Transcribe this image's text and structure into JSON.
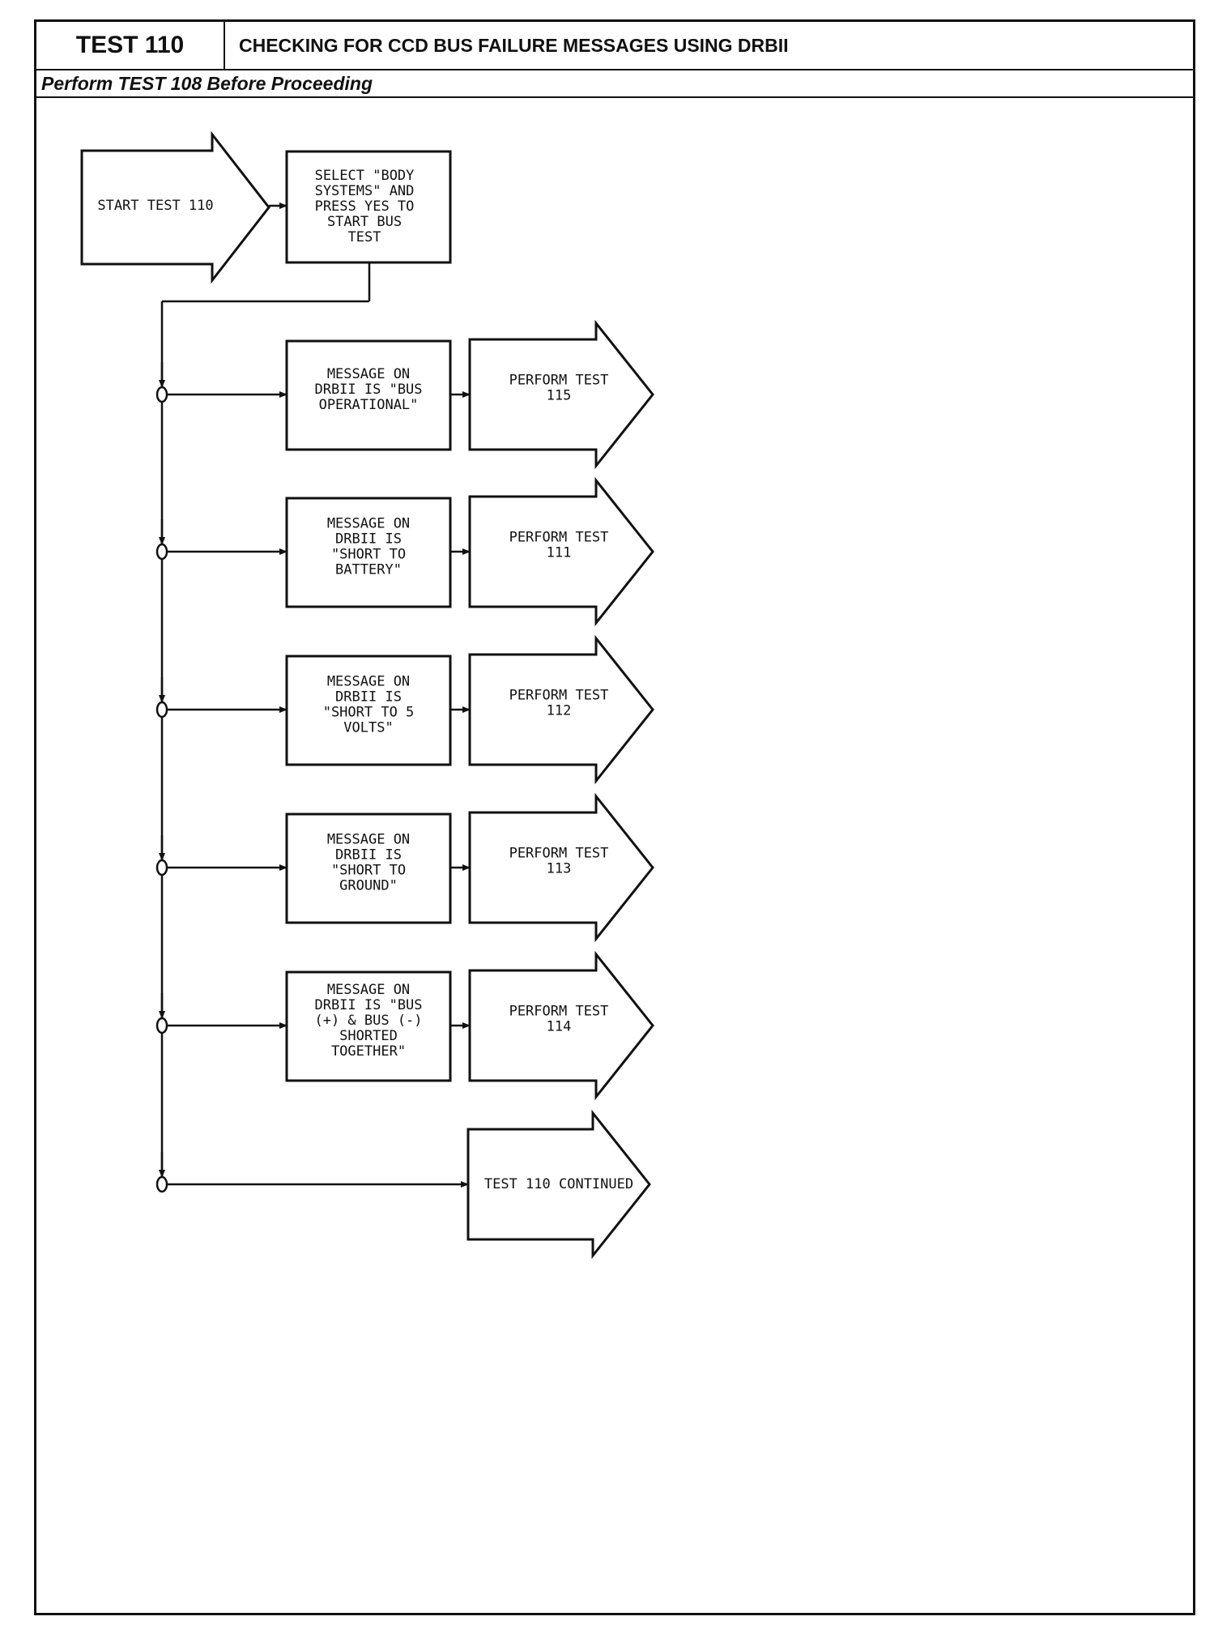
{
  "header": {
    "test_id": "TEST 110",
    "title": "CHECKING FOR CCD BUS FAILURE MESSAGES USING DRBII",
    "prerequisite": "Perform TEST 108 Before Proceeding"
  },
  "flow": {
    "start": {
      "lines": [
        "START TEST 110"
      ]
    },
    "select": {
      "lines": [
        "SELECT \"BODY",
        "SYSTEMS\" AND",
        "PRESS YES TO",
        "START BUS",
        "TEST"
      ]
    },
    "branches": [
      {
        "message": [
          "MESSAGE ON",
          "DRBII IS \"BUS",
          "OPERATIONAL\""
        ],
        "action": [
          "PERFORM TEST",
          "115"
        ]
      },
      {
        "message": [
          "MESSAGE ON",
          "DRBII IS",
          "\"SHORT TO",
          "BATTERY\""
        ],
        "action": [
          "PERFORM TEST",
          "111"
        ]
      },
      {
        "message": [
          "MESSAGE ON",
          "DRBII IS",
          "\"SHORT TO 5",
          "VOLTS\""
        ],
        "action": [
          "PERFORM TEST",
          "112"
        ]
      },
      {
        "message": [
          "MESSAGE ON",
          "DRBII IS",
          "\"SHORT TO",
          "GROUND\""
        ],
        "action": [
          "PERFORM TEST",
          "113"
        ]
      },
      {
        "message": [
          "MESSAGE ON",
          "DRBII IS \"BUS",
          "(+) & BUS (-)",
          "SHORTED",
          "TOGETHER\""
        ],
        "action": [
          "PERFORM TEST",
          "114"
        ]
      },
      {
        "message": null,
        "action": [
          "TEST 110 CONTINUED"
        ]
      }
    ]
  }
}
